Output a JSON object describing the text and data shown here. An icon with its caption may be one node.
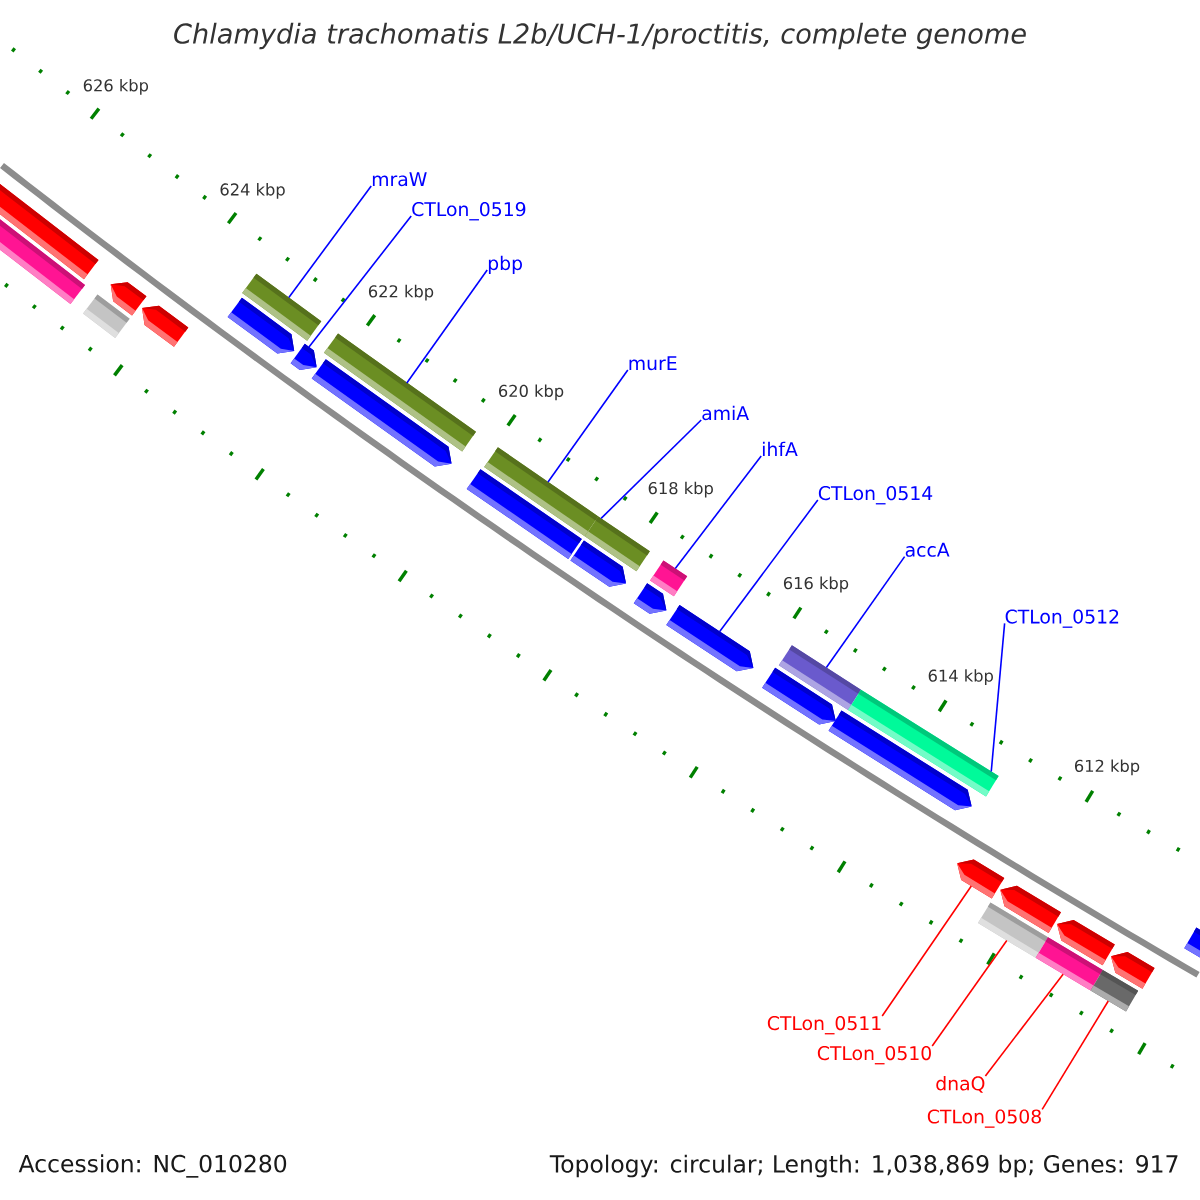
{
  "diagram": {
    "title": "Chlamydia trachomatis L2b/UCH-1/proctitis, complete genome",
    "nodes": [
      {
        "text": [
          "mraW"
        ]
      },
      {
        "text": [
          "CTLon_0519"
        ]
      },
      {
        "text": [
          "pbp"
        ]
      },
      {
        "text": [
          "murE"
        ]
      },
      {
        "text": [
          "amiA"
        ]
      },
      {
        "text": [
          "ihfA"
        ]
      },
      {
        "text": [
          "CTLon_0514"
        ]
      },
      {
        "text": [
          "accA"
        ]
      },
      {
        "text": [
          "CTLon_0512"
        ]
      },
      {
        "text": [
          "CTLon_0511"
        ]
      },
      {
        "text": [
          "CTLon_0510"
        ]
      },
      {
        "text": [
          "dnaQ"
        ]
      },
      {
        "text": [
          "CTLon_0508"
        ]
      },
      {
        "text": [],
        "shape": "bar"
      },
      {
        "text": [],
        "shape": "bar"
      },
      {
        "text": [],
        "shape": "bar"
      },
      {
        "text": [],
        "shape": "pentagon"
      },
      {
        "text": [],
        "shape": "pentagon"
      },
      {
        "text": [],
        "shape": "bar"
      },
      {
        "text": [],
        "shape": "pentagon"
      },
      {
        "text": [],
        "shape": "pentagon"
      },
      {
        "text": [],
        "shape": "bar"
      },
      {
        "text": [],
        "shape": "pentagon"
      },
      {
        "text": [],
        "shape": "bar"
      },
      {
        "text": [],
        "shape": "bar"
      },
      {
        "text": [],
        "shape": "pentagon"
      },
      {
        "text": [],
        "shape": "bar"
      },
      {
        "text": [],
        "shape": "pentagon"
      },
      {
        "text": [],
        "shape": "bar"
      },
      {
        "text": [],
        "shape": "pentagon"
      },
      {
        "text": [],
        "shape": "pentagon"
      },
      {
        "text": [],
        "shape": "bar"
      },
      {
        "text": [],
        "shape": "pentagon"
      },
      {
        "text": [],
        "shape": "bar"
      },
      {
        "text": [],
        "shape": "pentagon"
      },
      {
        "text": [],
        "shape": "bar"
      },
      {
        "text": [],
        "shape": "pentagon"
      },
      {
        "text": [],
        "shape": "bar"
      },
      {
        "text": [],
        "shape": "pentagon"
      },
      {
        "text": [],
        "shape": "bar"
      },
      {
        "text": [],
        "shape": "pentagon"
      },
      {
        "text": [],
        "shape": "bar"
      }
    ],
    "edges": [
      {
        "from": 0,
        "to": 18,
        "arrow": "none"
      },
      {
        "from": 1,
        "to": 20,
        "arrow": "none"
      },
      {
        "from": 2,
        "to": 21,
        "arrow": "none"
      },
      {
        "from": 3,
        "to": 24,
        "arrow": "none"
      },
      {
        "from": 4,
        "to": 26,
        "arrow": "none"
      },
      {
        "from": 5,
        "to": 28,
        "arrow": "none"
      },
      {
        "from": 6,
        "to": 29,
        "arrow": "none"
      },
      {
        "from": 7,
        "to": 31,
        "arrow": "none"
      },
      {
        "from": 8,
        "to": 33,
        "arrow": "none"
      },
      {
        "from": 9,
        "to": 34,
        "arrow": "none",
        "color": "#ff0000"
      },
      {
        "from": 10,
        "to": 35,
        "arrow": "none",
        "color": "#ff0000"
      },
      {
        "from": 11,
        "to": 37,
        "arrow": "none",
        "color": "#ff0000"
      },
      {
        "from": 12,
        "to": 39,
        "arrow": "none",
        "color": "#ff0000"
      }
    ],
    "labels": [
      "626 kbp",
      "624 kbp",
      "622 kbp",
      "620 kbp",
      "618 kbp",
      "616 kbp",
      "614 kbp",
      "612 kbp",
      "Accession: NC_010280",
      "Topology: circular; Length: 1,038,869 bp; Genes: 917"
    ]
  }
}
